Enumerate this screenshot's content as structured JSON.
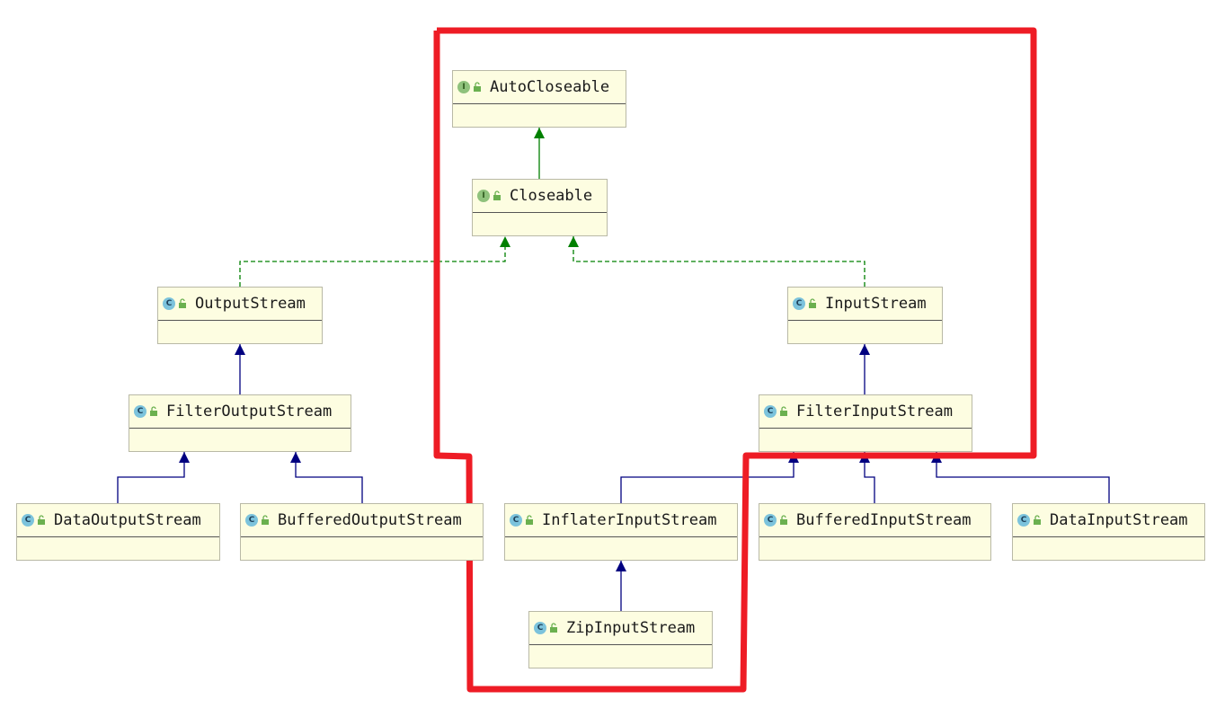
{
  "diagram": {
    "nodes": [
      {
        "id": "AutoCloseable",
        "label": "AutoCloseable",
        "kind": "interface",
        "badge": "I"
      },
      {
        "id": "Closeable",
        "label": "Closeable",
        "kind": "interface",
        "badge": "I"
      },
      {
        "id": "OutputStream",
        "label": "OutputStream",
        "kind": "class",
        "badge": "C"
      },
      {
        "id": "InputStream",
        "label": "InputStream",
        "kind": "class",
        "badge": "C"
      },
      {
        "id": "FilterOutputStream",
        "label": "FilterOutputStream",
        "kind": "class",
        "badge": "C"
      },
      {
        "id": "FilterInputStream",
        "label": "FilterInputStream",
        "kind": "class",
        "badge": "C"
      },
      {
        "id": "DataOutputStream",
        "label": "DataOutputStream",
        "kind": "class",
        "badge": "C"
      },
      {
        "id": "BufferedOutputStream",
        "label": "BufferedOutputStream",
        "kind": "class",
        "badge": "C"
      },
      {
        "id": "InflaterInputStream",
        "label": "InflaterInputStream",
        "kind": "class",
        "badge": "C"
      },
      {
        "id": "BufferedInputStream",
        "label": "BufferedInputStream",
        "kind": "class",
        "badge": "C"
      },
      {
        "id": "DataInputStream",
        "label": "DataInputStream",
        "kind": "class",
        "badge": "C"
      },
      {
        "id": "ZipInputStream",
        "label": "ZipInputStream",
        "kind": "class",
        "badge": "C"
      }
    ],
    "edges": [
      {
        "from": "Closeable",
        "to": "AutoCloseable",
        "type": "extends-interface"
      },
      {
        "from": "OutputStream",
        "to": "Closeable",
        "type": "implements"
      },
      {
        "from": "InputStream",
        "to": "Closeable",
        "type": "implements"
      },
      {
        "from": "FilterOutputStream",
        "to": "OutputStream",
        "type": "extends"
      },
      {
        "from": "FilterInputStream",
        "to": "InputStream",
        "type": "extends"
      },
      {
        "from": "DataOutputStream",
        "to": "FilterOutputStream",
        "type": "extends"
      },
      {
        "from": "BufferedOutputStream",
        "to": "FilterOutputStream",
        "type": "extends"
      },
      {
        "from": "InflaterInputStream",
        "to": "FilterInputStream",
        "type": "extends"
      },
      {
        "from": "BufferedInputStream",
        "to": "FilterInputStream",
        "type": "extends"
      },
      {
        "from": "DataInputStream",
        "to": "FilterInputStream",
        "type": "extends"
      },
      {
        "from": "ZipInputStream",
        "to": "InflaterInputStream",
        "type": "extends"
      }
    ],
    "colors": {
      "box_fill": "#fdfde1",
      "extends": "#000080",
      "interface_extends": "#008000",
      "implements": "#008000",
      "highlight": "#ee1c25",
      "interface_badge": "#8fc27c",
      "class_badge": "#7cc3dc"
    },
    "highlight_region": {
      "encloses": [
        "AutoCloseable",
        "Closeable",
        "InputStream",
        "FilterInputStream",
        "InflaterInputStream",
        "ZipInputStream"
      ]
    }
  }
}
